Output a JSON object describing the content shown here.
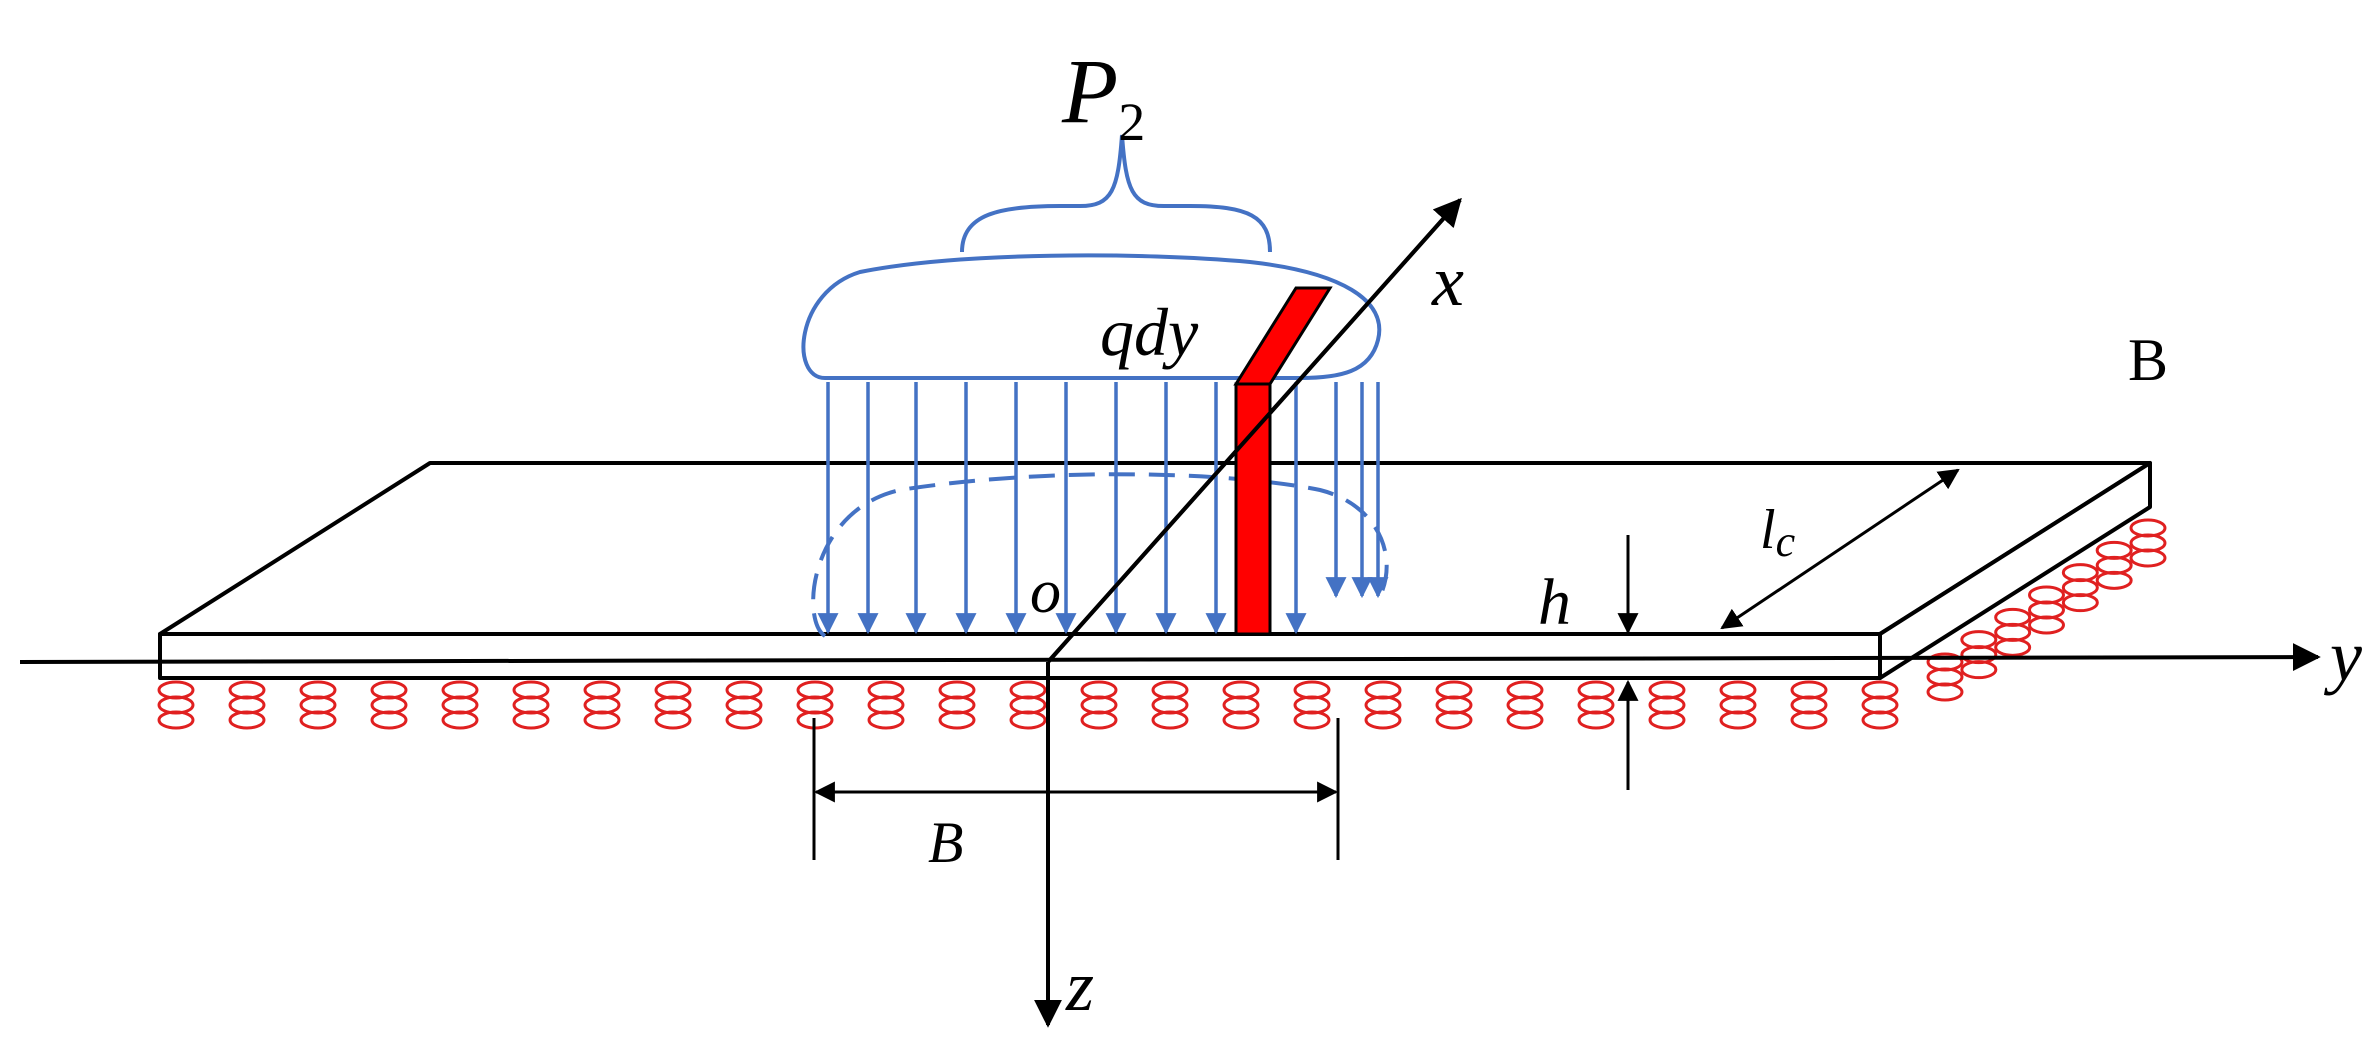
{
  "labels": {
    "load_total": "P",
    "load_total_sub": "2",
    "strip_load": "qdy",
    "axis_x": "x",
    "axis_y": "y",
    "axis_z": "z",
    "origin": "o",
    "corner": "B",
    "thickness": "h",
    "length": "l",
    "length_sub": "c",
    "width": "B"
  },
  "colors": {
    "plate": "#000000",
    "load": "#4472C4",
    "strip": "#FF0000",
    "springs": "#E02020",
    "axes": "#000000"
  }
}
